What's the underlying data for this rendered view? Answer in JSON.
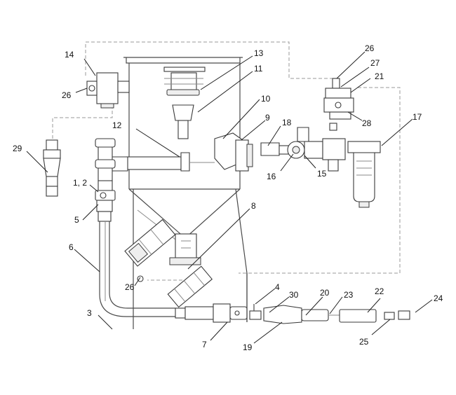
{
  "callouts": {
    "c1_2": "1, 2",
    "c3": "3",
    "c4": "4",
    "c5": "5",
    "c6": "6",
    "c7": "7",
    "c8": "8",
    "c9": "9",
    "c10": "10",
    "c11": "11",
    "c12": "12",
    "c13": "13",
    "c14": "14",
    "c15": "15",
    "c16": "16",
    "c17": "17",
    "c18": "18",
    "c19": "19",
    "c20": "20",
    "c21": "21",
    "c22": "22",
    "c23": "23",
    "c24": "24",
    "c25": "25",
    "c26a": "26",
    "c26b": "26",
    "c26c": "26",
    "c27": "27",
    "c28": "28",
    "c29": "29",
    "c30": "30"
  }
}
